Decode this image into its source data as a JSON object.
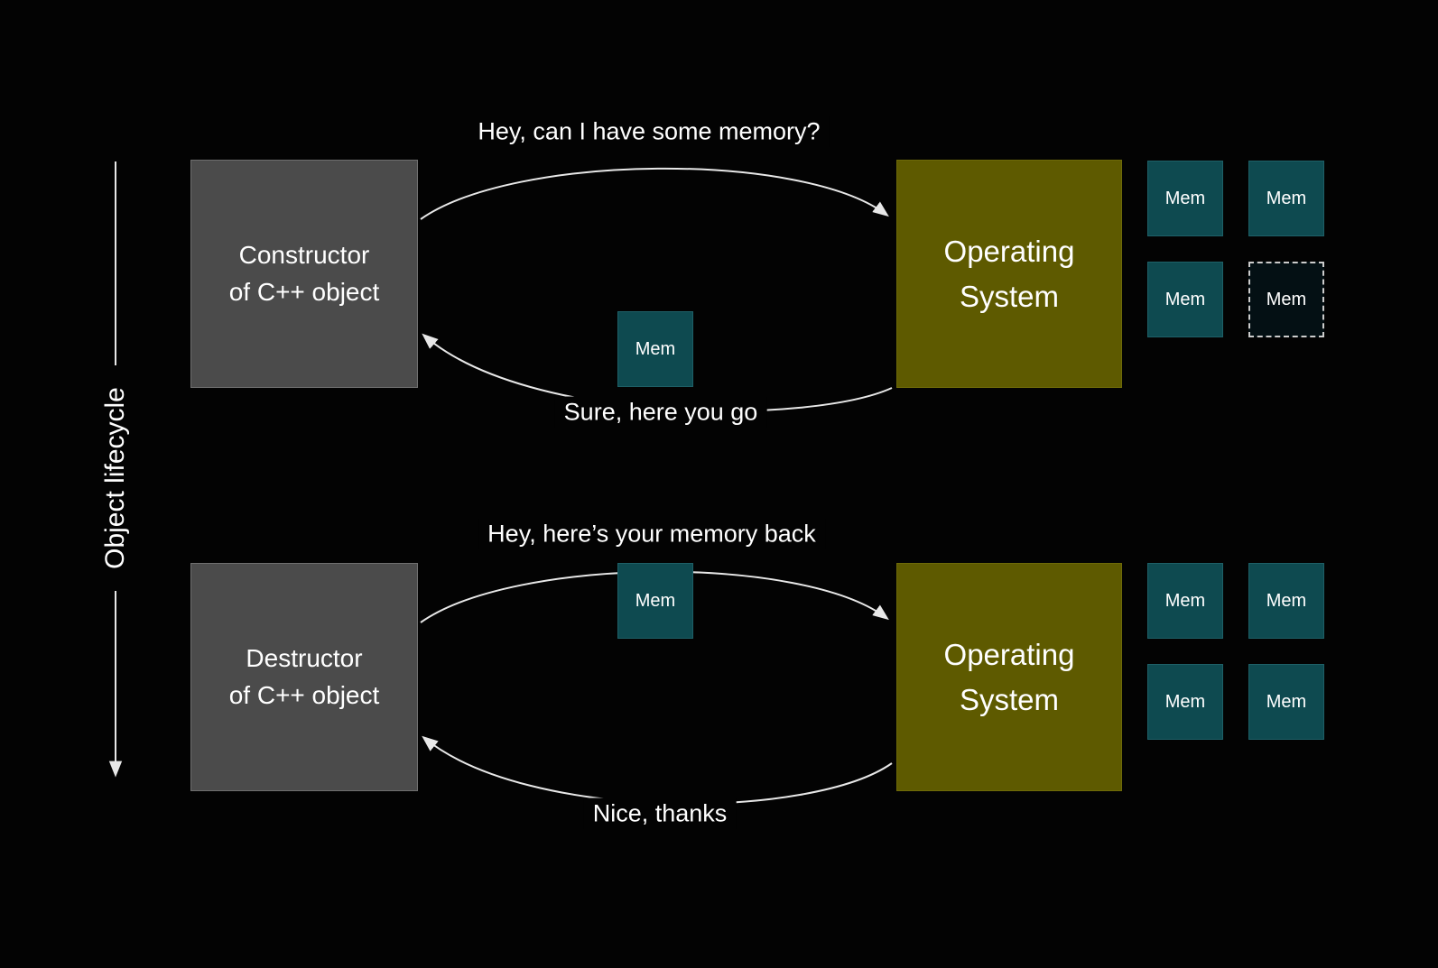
{
  "lifecycle": {
    "label": "Object lifecycle"
  },
  "mem_label": "Mem",
  "sections": {
    "allocation": {
      "actor_line1": "Constructor",
      "actor_line2": "of C++ object",
      "request": "Hey, can I have some memory?",
      "response": "Sure, here you go",
      "os_line1": "Operating",
      "os_line2": "System"
    },
    "deallocation": {
      "actor_line1": "Destructor",
      "actor_line2": "of C++ object",
      "request": "Hey, here’s your memory back",
      "response": "Nice, thanks",
      "os_line1": "Operating",
      "os_line2": "System"
    }
  },
  "colors": {
    "background": "#030303",
    "actor_box": "#4b4b4b",
    "os_box": "#5e5a00",
    "mem_box": "#0e4a50",
    "arrow": "#e8e8e8",
    "text": "#ffffff"
  }
}
